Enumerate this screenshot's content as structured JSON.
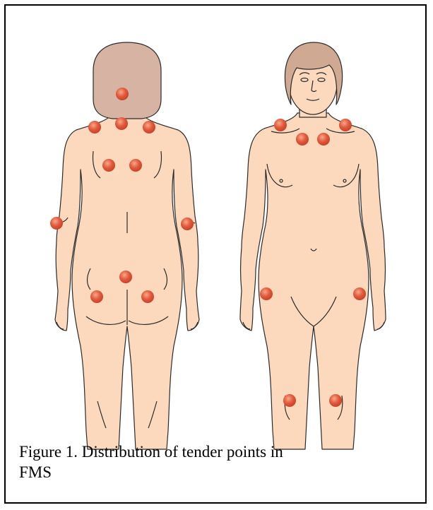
{
  "caption": "Figure 1. Distribution of tender points in FMS",
  "colors": {
    "skin": "#fcd9bd",
    "skin_outline": "#2b2b2b",
    "hair_back": "#d7b3a3",
    "hair_front": "#cfa992",
    "tender_point": "#e0563a",
    "tender_point_highlight": "#f59a7e"
  },
  "views": [
    {
      "id": "posterior",
      "tender_points": 11
    },
    {
      "id": "anterior",
      "tender_points": 8
    }
  ]
}
